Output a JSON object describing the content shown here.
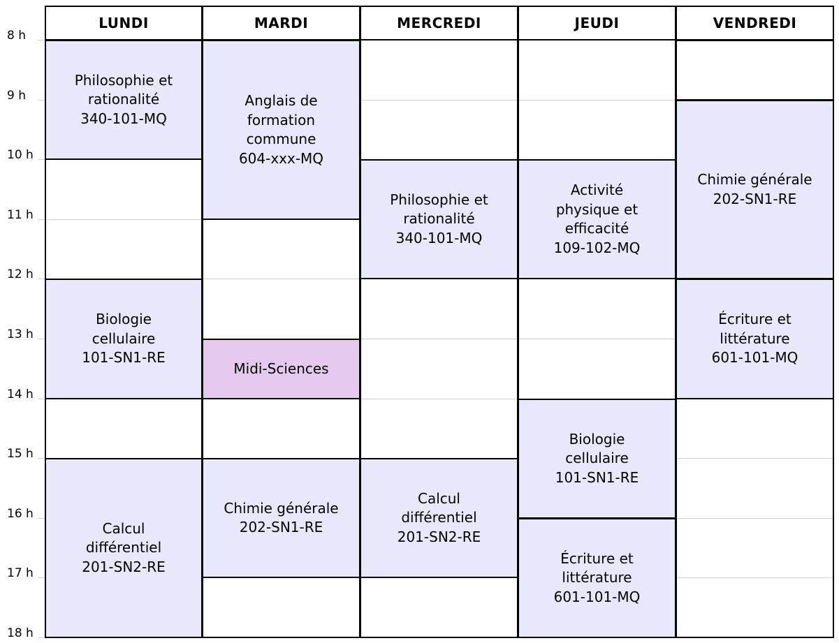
{
  "colors": {
    "course": "#e7e8fb",
    "special": "#e6c9ef",
    "empty": "#ffffff",
    "border": "#000000",
    "grid": "#cfcfcf"
  },
  "schedule": {
    "hours": [
      "8 h",
      "9 h",
      "10 h",
      "11 h",
      "12 h",
      "13 h",
      "14 h",
      "15 h",
      "16 h",
      "17 h",
      "18 h"
    ],
    "days": [
      {
        "name": "LUNDI",
        "events": [
          {
            "title": "Philosophie et\nrationalité\n340-101-MQ",
            "start": 8,
            "end": 10,
            "kind": "course"
          },
          {
            "title": "Biologie\ncellulaire\n101-SN1-RE",
            "start": 12,
            "end": 14,
            "kind": "course"
          },
          {
            "title": "Calcul\ndifférentiel\n201-SN2-RE",
            "start": 15,
            "end": 18,
            "kind": "course"
          }
        ]
      },
      {
        "name": "MARDI",
        "events": [
          {
            "title": "Anglais de\nformation\ncommune\n604-xxx-MQ",
            "start": 8,
            "end": 11,
            "kind": "course"
          },
          {
            "title": "Midi-Sciences",
            "start": 13,
            "end": 14,
            "kind": "special"
          },
          {
            "title": "Chimie générale\n202-SN1-RE",
            "start": 15,
            "end": 17,
            "kind": "course"
          }
        ]
      },
      {
        "name": "MERCREDI",
        "events": [
          {
            "title": "Philosophie et\nrationalité\n340-101-MQ",
            "start": 10,
            "end": 12,
            "kind": "course"
          },
          {
            "title": "Calcul\ndifférentiel\n201-SN2-RE",
            "start": 15,
            "end": 17,
            "kind": "course"
          }
        ]
      },
      {
        "name": "JEUDI",
        "events": [
          {
            "title": "Activité\nphysique et\nefficacité\n109-102-MQ",
            "start": 10,
            "end": 12,
            "kind": "course"
          },
          {
            "title": "Biologie\ncellulaire\n101-SN1-RE",
            "start": 14,
            "end": 16,
            "kind": "course"
          },
          {
            "title": "Écriture et\nlittérature\n601-101-MQ",
            "start": 16,
            "end": 18,
            "kind": "course"
          }
        ]
      },
      {
        "name": "VENDREDI",
        "events": [
          {
            "title": "",
            "start": 8,
            "end": 9,
            "kind": "empty"
          },
          {
            "title": "Chimie générale\n202-SN1-RE",
            "start": 9,
            "end": 12,
            "kind": "course"
          },
          {
            "title": "Écriture et\nlittérature\n601-101-MQ",
            "start": 12,
            "end": 14,
            "kind": "course"
          }
        ]
      }
    ]
  }
}
